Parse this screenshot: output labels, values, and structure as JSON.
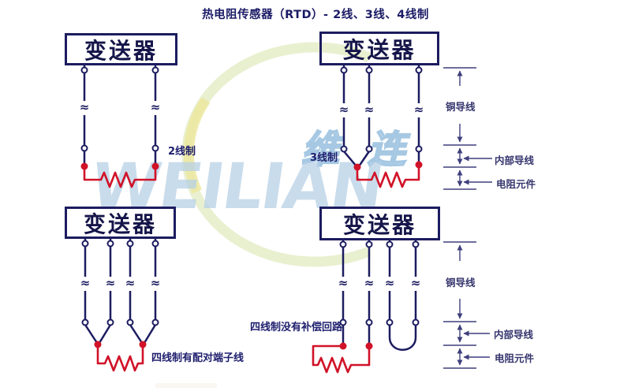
{
  "title": "热电阻传感器（RTD）- 2线、3线、4线制",
  "watermark": {
    "cn": "维连",
    "en": "WEILIAN"
  },
  "icons": {
    "wire_break": "≈"
  },
  "colors": {
    "wire_navy": "#1c1c60",
    "resistor_red": "#d11228",
    "dimension": "#3f3f7d",
    "watermark_blue": "#b7d1e6",
    "watermark_green": "#e7eecb"
  },
  "diagrams": {
    "two_wire": {
      "box_label": "变送器",
      "label": "2线制"
    },
    "three_wire": {
      "box_label": "变送器",
      "label": "3线制"
    },
    "four_wire_paired": {
      "box_label": "变送器",
      "label": "四线制有配对端子线"
    },
    "four_wire_no_comp": {
      "box_label": "变送器",
      "label": "四线制没有补偿回路"
    }
  },
  "annotations": {
    "copper_wire": "铜导线",
    "internal_wire": "内部导线",
    "resistor_element": "电阻元件"
  }
}
